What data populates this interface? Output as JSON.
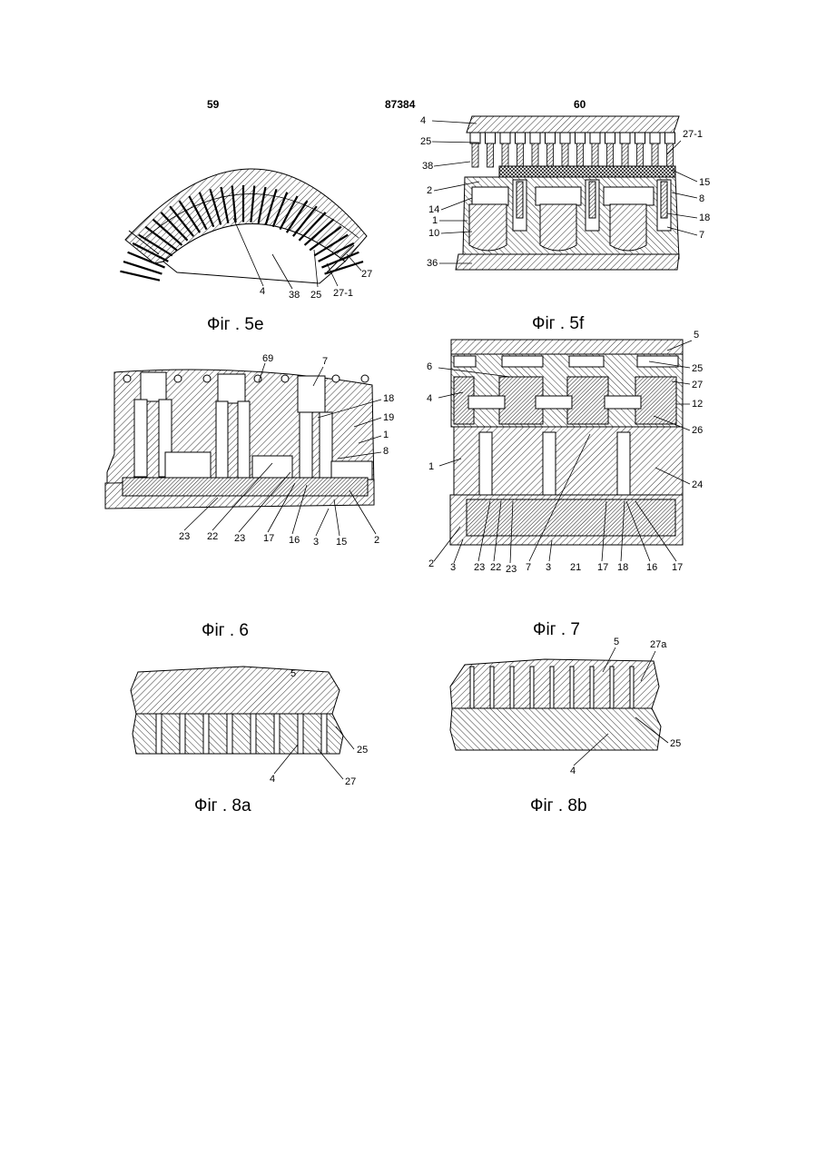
{
  "header": {
    "page_left": "59",
    "patent_number": "87384",
    "page_right": "60"
  },
  "figures": {
    "fig5e": {
      "caption": "Фіг . 5е",
      "labels": {
        "l4": "4",
        "l38": "38",
        "l25": "25",
        "l27_1": "27-1",
        "l27": "27"
      }
    },
    "fig5f": {
      "caption": "Фіг . 5f",
      "labels": {
        "l4": "4",
        "l25": "25",
        "l38": "38",
        "l2": "2",
        "l14": "14",
        "l1": "1",
        "l10": "10",
        "l36": "36",
        "l27_1": "27-1",
        "l15": "15",
        "l8": "8",
        "l18": "18",
        "l7": "7"
      }
    },
    "fig6": {
      "caption": "Фіг . 6",
      "labels": {
        "l69": "69",
        "l7": "7",
        "l18": "18",
        "l19": "19",
        "l1": "1",
        "l8": "8",
        "l23a": "23",
        "l22": "22",
        "l23b": "23",
        "l17": "17",
        "l16": "16",
        "l3": "3",
        "l15": "15",
        "l2": "2"
      }
    },
    "fig7": {
      "caption": "Фіг . 7",
      "labels": {
        "l5": "5",
        "l6": "6",
        "l4": "4",
        "l25": "25",
        "l27": "27",
        "l12": "12",
        "l26": "26",
        "l1": "1",
        "l24": "24",
        "l2": "2",
        "l3a": "3",
        "l23a": "23",
        "l22": "22",
        "l23b": "23",
        "l7": "7",
        "l3b": "3",
        "l21": "21",
        "l17a": "17",
        "l18": "18",
        "l16": "16",
        "l17b": "17"
      }
    },
    "fig8a": {
      "caption": "Фіг . 8а",
      "labels": {
        "l5": "5",
        "l25": "25",
        "l4": "4",
        "l27": "27"
      }
    },
    "fig8b": {
      "caption": "Фіг . 8b",
      "labels": {
        "l5": "5",
        "l27a": "27a",
        "l25": "25",
        "l4": "4"
      }
    }
  }
}
